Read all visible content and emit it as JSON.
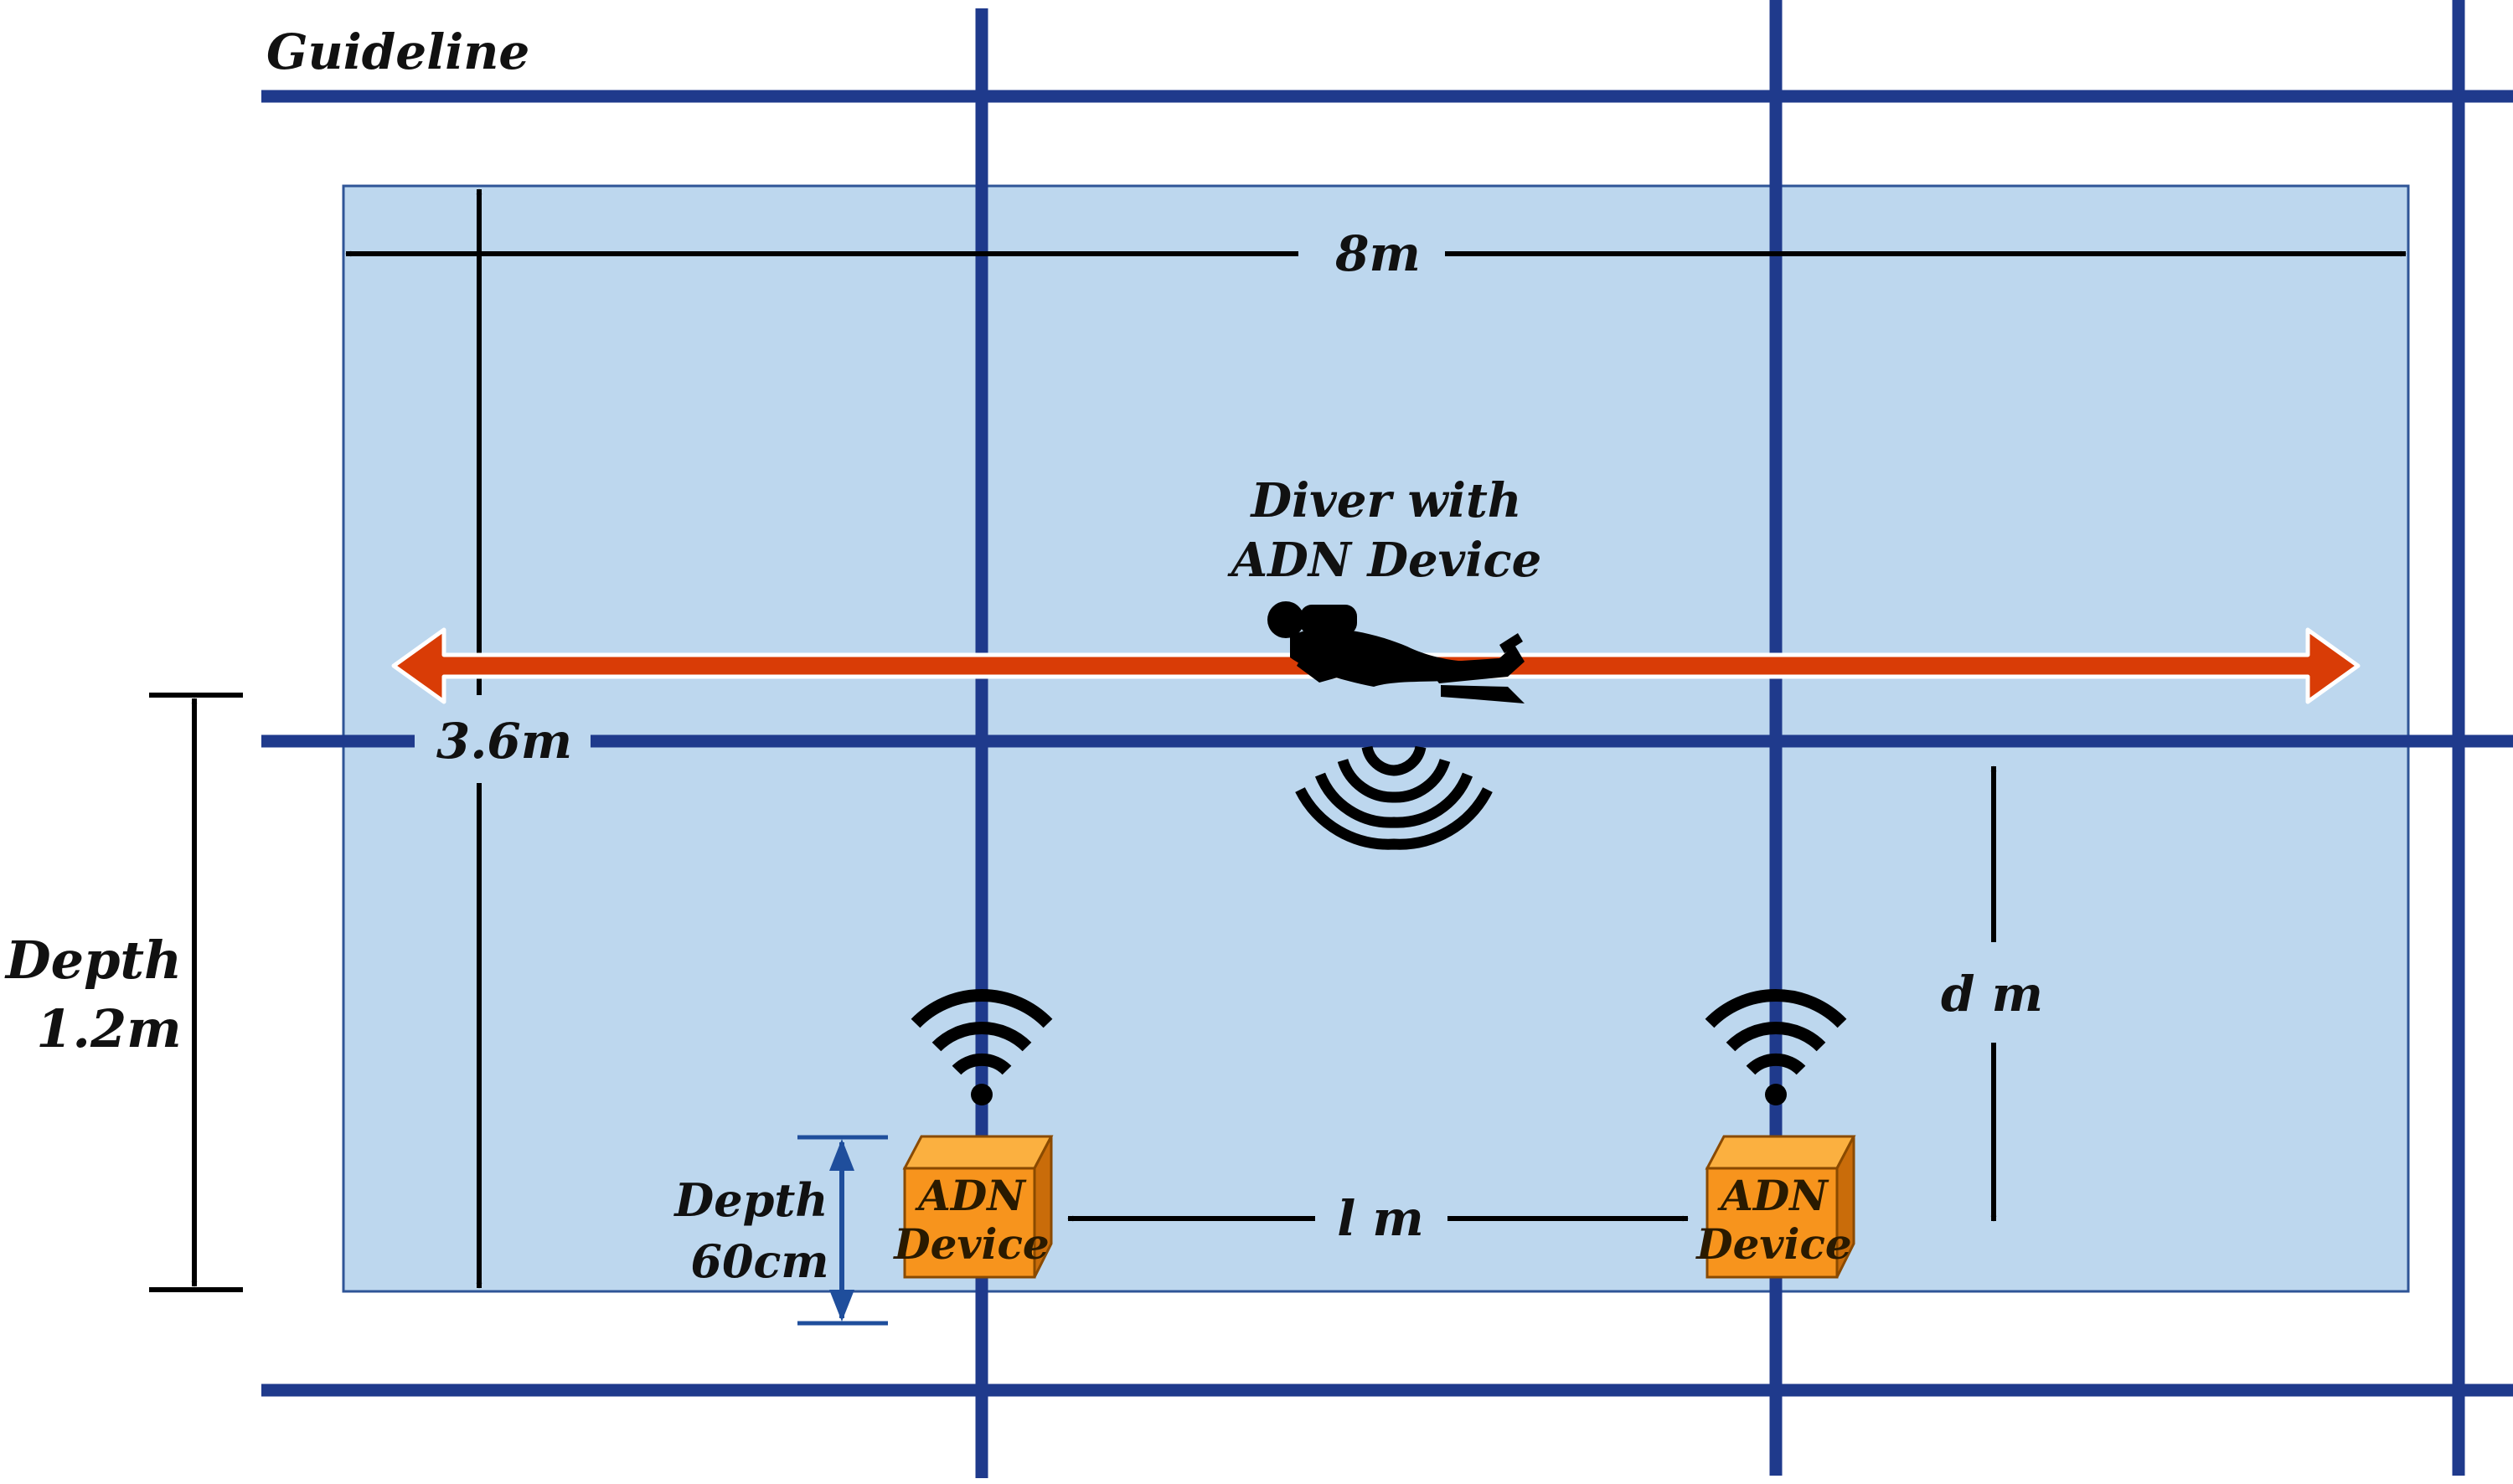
{
  "colors": {
    "pool_fill": "#bdd7ee",
    "pool_border": "#2f5597",
    "guideline": "#1f3a8c",
    "path_arrow": "#d93c06",
    "device_front": "#f7941d",
    "device_side": "#c96c0a",
    "device_top": "#fbb040",
    "small_depth_arrow": "#1f4e9c"
  },
  "labels": {
    "guideline": "Guideline",
    "width": "8m",
    "length": "3.6m",
    "diver_line1": "Diver with",
    "diver_line2": "ADN Device",
    "depth_line1": "Depth",
    "depth_line2": "1.2m",
    "device_depth_line1": "Depth",
    "device_depth_line2": "60cm",
    "device_spacing": "l m",
    "vertical_distance": "d m"
  },
  "devices": [
    {
      "line1": "ADN",
      "line2": "Device"
    },
    {
      "line1": "ADN",
      "line2": "Device"
    }
  ],
  "icons": [
    "scuba-diver-icon",
    "sonar-signal-icon",
    "wifi-signal-icon"
  ]
}
